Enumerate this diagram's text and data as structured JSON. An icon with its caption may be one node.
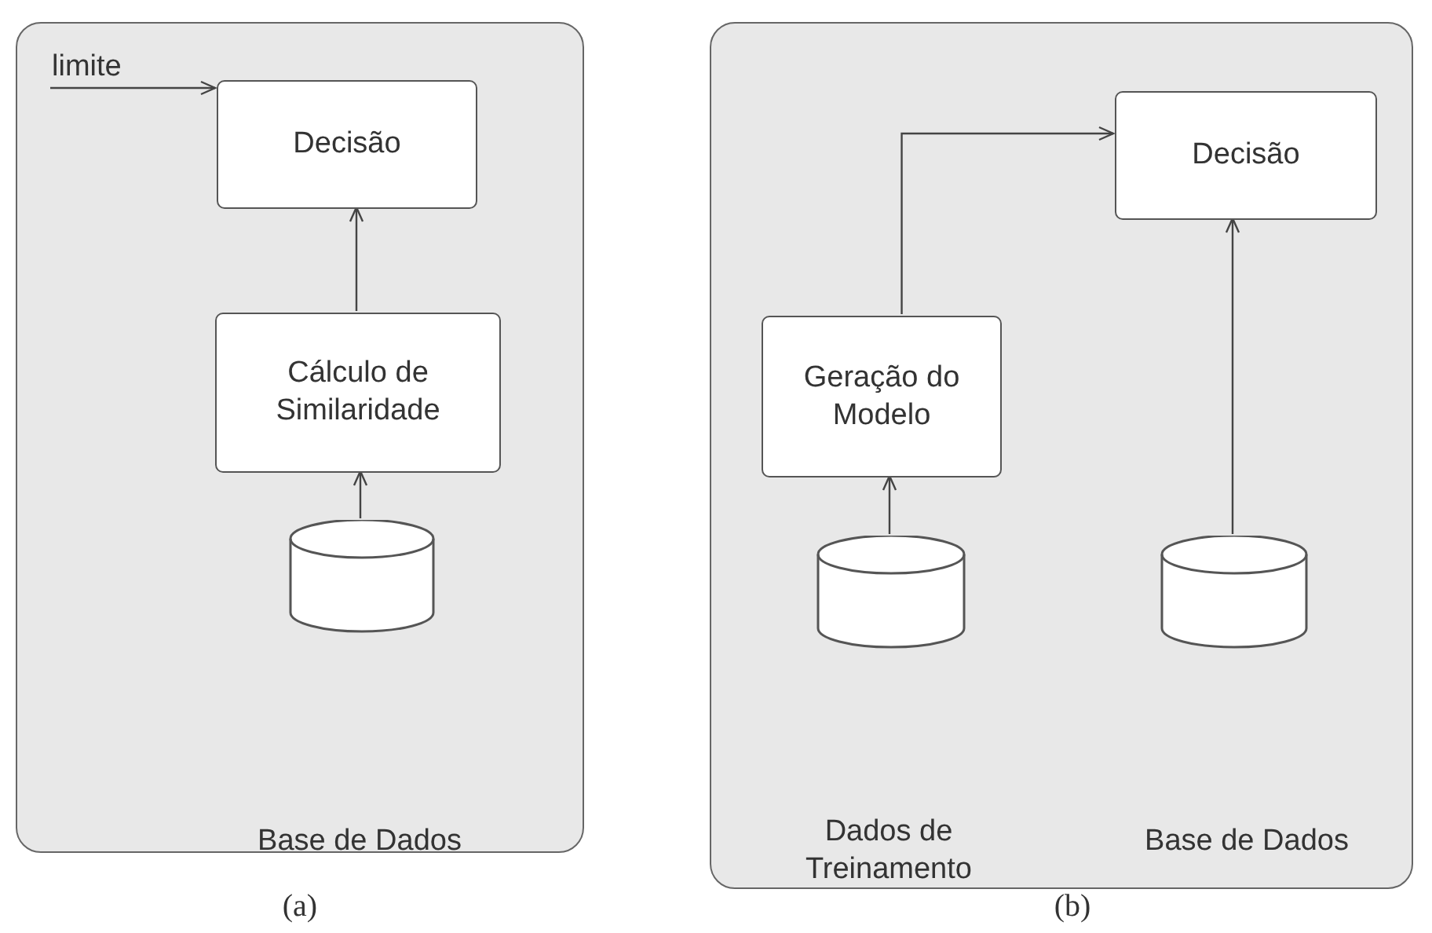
{
  "diagram": {
    "nodes": [
      {
        "text": [],
        "shape": "box",
        "beside": [
          "(a)"
        ]
      },
      {
        "text": [
          "limite"
        ],
        "in": 0
      },
      {
        "text": [
          "Decisão"
        ],
        "in": 0
      },
      {
        "text": [
          "Cálculo de Similaridade"
        ],
        "in": 0
      },
      {
        "text": [],
        "shape": "cylinder",
        "in": 0
      },
      {
        "text": [],
        "shape": "box",
        "beside": [
          "(b)"
        ]
      },
      {
        "text": [
          "Decisão"
        ],
        "in": 5
      },
      {
        "text": [
          "Geração do Modelo"
        ],
        "in": 5
      },
      {
        "text": [],
        "shape": "cylinder",
        "in": 5
      },
      {
        "text": [],
        "shape": "cylinder",
        "in": 5
      }
    ],
    "labels": [
      "Base de Dados",
      "Dados de Treinamento",
      "Base de Dados"
    ],
    "edges": [
      {
        "from": 1,
        "to": 2,
        "arrow": "to"
      },
      {
        "from": 3,
        "to": 2,
        "arrow": "to"
      },
      {
        "from": 4,
        "to": 3,
        "arrow": "to"
      },
      {
        "from": 7,
        "to": 6,
        "arrow": "to"
      },
      {
        "from": 8,
        "to": 7,
        "arrow": "to"
      },
      {
        "from": 9,
        "to": 6,
        "arrow": "to"
      }
    ]
  }
}
